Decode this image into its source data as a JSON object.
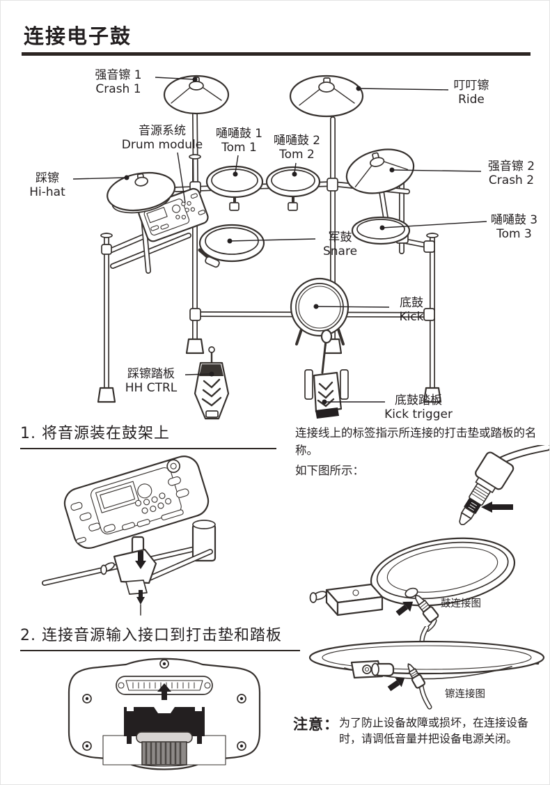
{
  "page": {
    "title": "连接电子鼓"
  },
  "kit_diagram": {
    "labels": {
      "crash1": {
        "zh": "强音镲 1",
        "en": "Crash 1"
      },
      "ride": {
        "zh": "叮叮镲",
        "en": "Ride"
      },
      "drum_module": {
        "zh": "音源系统",
        "en": "Drum module"
      },
      "tom1": {
        "zh": "嗵嗵鼓 1",
        "en": "Tom 1"
      },
      "tom2": {
        "zh": "嗵嗵鼓 2",
        "en": "Tom 2"
      },
      "hihat": {
        "zh": "踩镲",
        "en": "Hi-hat"
      },
      "crash2": {
        "zh": "强音镲 2",
        "en": "Crash 2"
      },
      "tom3": {
        "zh": "嗵嗵鼓 3",
        "en": "Tom 3"
      },
      "snare": {
        "zh": "军鼓",
        "en": "Snare"
      },
      "kick": {
        "zh": "底鼓",
        "en": "Kick"
      },
      "hh_ctrl": {
        "zh": "踩镲踏板",
        "en": "HH CTRL"
      },
      "kick_trigger": {
        "zh": "底鼓踏板",
        "en": "Kick trigger"
      }
    }
  },
  "step1": {
    "heading": "1. 将音源装在鼓架上"
  },
  "step2": {
    "heading": "2. 连接音源输入接口到打击垫和踏板"
  },
  "cable_info": {
    "paragraph": "连接线上的标签指示所连接的打击垫或踏板的名称。",
    "see_below": "如下图所示：",
    "drum_connection_caption": "鼓连接图",
    "cymbal_connection_caption": "镲连接图"
  },
  "note": {
    "label": "注意：",
    "text": "为了防止设备故障或损坏，在连接设备时，请调低音量并把设备电源关闭。"
  },
  "colors": {
    "ink": "#231f20",
    "line_art": "#36312e",
    "label_band": "#231f20"
  }
}
